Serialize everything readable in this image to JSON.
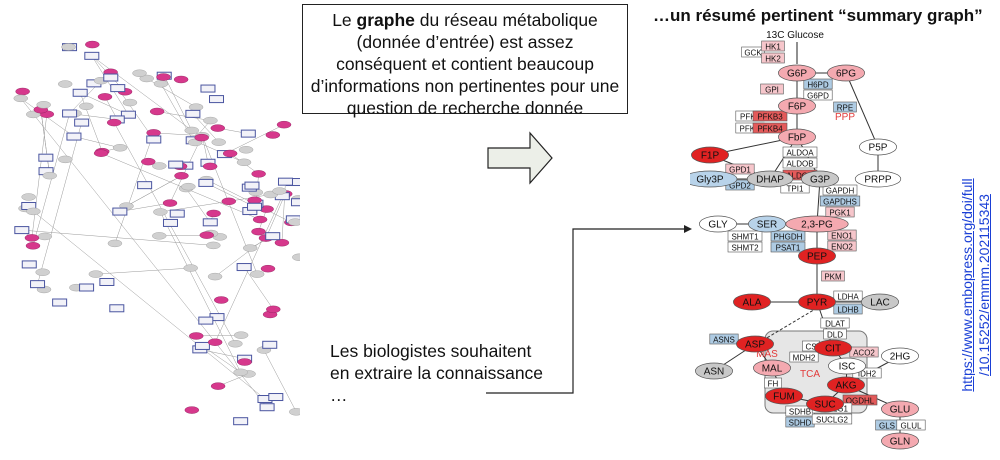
{
  "text_box": {
    "pre": "Le ",
    "bold": "graphe",
    "post": " du réseau métabolique (donnée d’entrée) est assez conséquent et contient beaucoup d’informations non pertinentes pour une question de recherche donnée"
  },
  "right_title": "…un résumé pertinent “summary graph”",
  "biologists_text": "Les biologistes souhaitent en extraire la connaissance …",
  "link": {
    "line1": "https://www.embopress.org/doi/full",
    "line2": "/10.15252/emmm.202115343"
  },
  "pathway": {
    "top_label": "13C Glucose",
    "metabolites": [
      {
        "id": "G6P",
        "label": "G6P",
        "tone": "pink"
      },
      {
        "id": "6PG",
        "label": "6PG",
        "tone": "pink"
      },
      {
        "id": "F6P",
        "label": "F6P",
        "tone": "pink"
      },
      {
        "id": "FbP",
        "label": "FbP",
        "tone": "pink"
      },
      {
        "id": "F1P",
        "label": "F1P",
        "tone": "red"
      },
      {
        "id": "Gly3P",
        "label": "Gly3P",
        "tone": "blue"
      },
      {
        "id": "DHAP",
        "label": "DHAP",
        "tone": "gray"
      },
      {
        "id": "G3P",
        "label": "G3P",
        "tone": "gray"
      },
      {
        "id": "P5P",
        "label": "P5P",
        "tone": "white"
      },
      {
        "id": "PRPP",
        "label": "PRPP",
        "tone": "white"
      },
      {
        "id": "GLY",
        "label": "GLY",
        "tone": "white"
      },
      {
        "id": "SER",
        "label": "SER",
        "tone": "blue"
      },
      {
        "id": "23PG",
        "label": "2,3-PG",
        "tone": "pink"
      },
      {
        "id": "PEP",
        "label": "PEP",
        "tone": "red"
      },
      {
        "id": "ALA",
        "label": "ALA",
        "tone": "red"
      },
      {
        "id": "PYR",
        "label": "PYR",
        "tone": "red"
      },
      {
        "id": "LAC",
        "label": "LAC",
        "tone": "gray"
      },
      {
        "id": "ASN",
        "label": "ASN",
        "tone": "gray"
      },
      {
        "id": "ASP",
        "label": "ASP",
        "tone": "red"
      },
      {
        "id": "CIT",
        "label": "CIT",
        "tone": "red"
      },
      {
        "id": "MAL",
        "label": "MAL",
        "tone": "pink"
      },
      {
        "id": "ISC",
        "label": "ISC",
        "tone": "white"
      },
      {
        "id": "2HG",
        "label": "2HG",
        "tone": "white"
      },
      {
        "id": "AKG",
        "label": "AKG",
        "tone": "red"
      },
      {
        "id": "FUM",
        "label": "FUM",
        "tone": "red"
      },
      {
        "id": "SUC",
        "label": "SUC",
        "tone": "red"
      },
      {
        "id": "GLU",
        "label": "GLU",
        "tone": "pink"
      },
      {
        "id": "GLN",
        "label": "GLN",
        "tone": "pink"
      }
    ],
    "enzymes": [
      {
        "label": "GCK",
        "tone": "white"
      },
      {
        "label": "HK1",
        "tone": "pink"
      },
      {
        "label": "HK2",
        "tone": "pink"
      },
      {
        "label": "GPI",
        "tone": "pink"
      },
      {
        "label": "H6PD",
        "tone": "blue"
      },
      {
        "label": "G6PD",
        "tone": "white"
      },
      {
        "label": "PFKL",
        "tone": "white"
      },
      {
        "label": "PFKB3",
        "tone": "red"
      },
      {
        "label": "PFKP",
        "tone": "white"
      },
      {
        "label": "PFKB4",
        "tone": "red"
      },
      {
        "label": "RPE",
        "tone": "blue"
      },
      {
        "label": "ALDOA",
        "tone": "white"
      },
      {
        "label": "ALDOB",
        "tone": "white"
      },
      {
        "label": "ALDOC",
        "tone": "red"
      },
      {
        "label": "GPD1",
        "tone": "pink"
      },
      {
        "label": "GPD2",
        "tone": "blue"
      },
      {
        "label": "TPI1",
        "tone": "white"
      },
      {
        "label": "GAPDH",
        "tone": "white"
      },
      {
        "label": "GAPDHS",
        "tone": "blue"
      },
      {
        "label": "PGK1",
        "tone": "pink"
      },
      {
        "label": "SHMT1",
        "tone": "white"
      },
      {
        "label": "SHMT2",
        "tone": "white"
      },
      {
        "label": "PHGDH",
        "tone": "blue"
      },
      {
        "label": "PSAT1",
        "tone": "blue"
      },
      {
        "label": "ENO1",
        "tone": "pink"
      },
      {
        "label": "ENO2",
        "tone": "pink"
      },
      {
        "label": "PKM",
        "tone": "pink"
      },
      {
        "label": "LDHA",
        "tone": "white"
      },
      {
        "label": "LDHB",
        "tone": "blue"
      },
      {
        "label": "DLAT",
        "tone": "white"
      },
      {
        "label": "DLD",
        "tone": "white"
      },
      {
        "label": "ASNS",
        "tone": "blue"
      },
      {
        "label": "CS",
        "tone": "white"
      },
      {
        "label": "MDH2",
        "tone": "white"
      },
      {
        "label": "ACO2",
        "tone": "pink"
      },
      {
        "label": "IDH2",
        "tone": "white"
      },
      {
        "label": "FH",
        "tone": "white"
      },
      {
        "label": "OGDHL",
        "tone": "red"
      },
      {
        "label": "SDHB",
        "tone": "white"
      },
      {
        "label": "SDHD",
        "tone": "blue"
      },
      {
        "label": "SUCLG1",
        "tone": "white"
      },
      {
        "label": "SUCLG2",
        "tone": "white"
      },
      {
        "label": "GLS",
        "tone": "blue"
      },
      {
        "label": "GLUL",
        "tone": "white"
      }
    ],
    "region_labels": [
      "PPP",
      "MAS",
      "TCA"
    ]
  },
  "colors": {
    "pink_fill": "#f4a9b0",
    "red_fill": "#e02222",
    "blue_fill": "#b8d3ea",
    "gray_fill": "#c8c8c8",
    "node_magenta": "#d6388c",
    "node_gray": "#d0d0d0",
    "box_border": "#4a55a0",
    "enzyme_red": "#e35a5a",
    "enzyme_pink": "#f6c6cb",
    "enzyme_blue": "#aecbe3"
  }
}
